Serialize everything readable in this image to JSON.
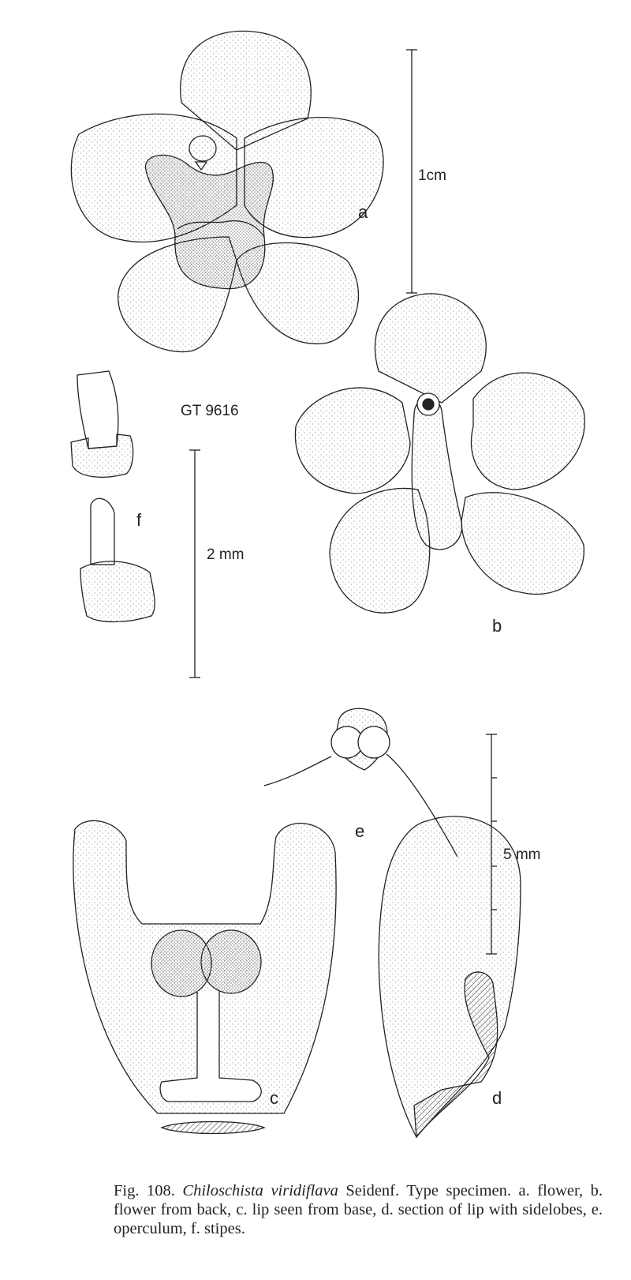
{
  "figure": {
    "figure_labels": {
      "a": "a",
      "b": "b",
      "c": "c",
      "d": "d",
      "e": "e",
      "f": "f"
    },
    "specimen_code": "GT 9616",
    "scale_bars": {
      "large": "1cm",
      "medium": "2 mm",
      "small": "5 mm"
    }
  },
  "caption": {
    "prefix": "Fig. 108.",
    "species": "Chiloschista viridiflava",
    "text": "Seidenf. Type specimen. a. flower, b. flower from back, c. lip seen from base, d. section of lip with sidelobes, e. operculum, f. stipes."
  },
  "colors": {
    "ink": "#222222",
    "paper": "#ffffff"
  }
}
